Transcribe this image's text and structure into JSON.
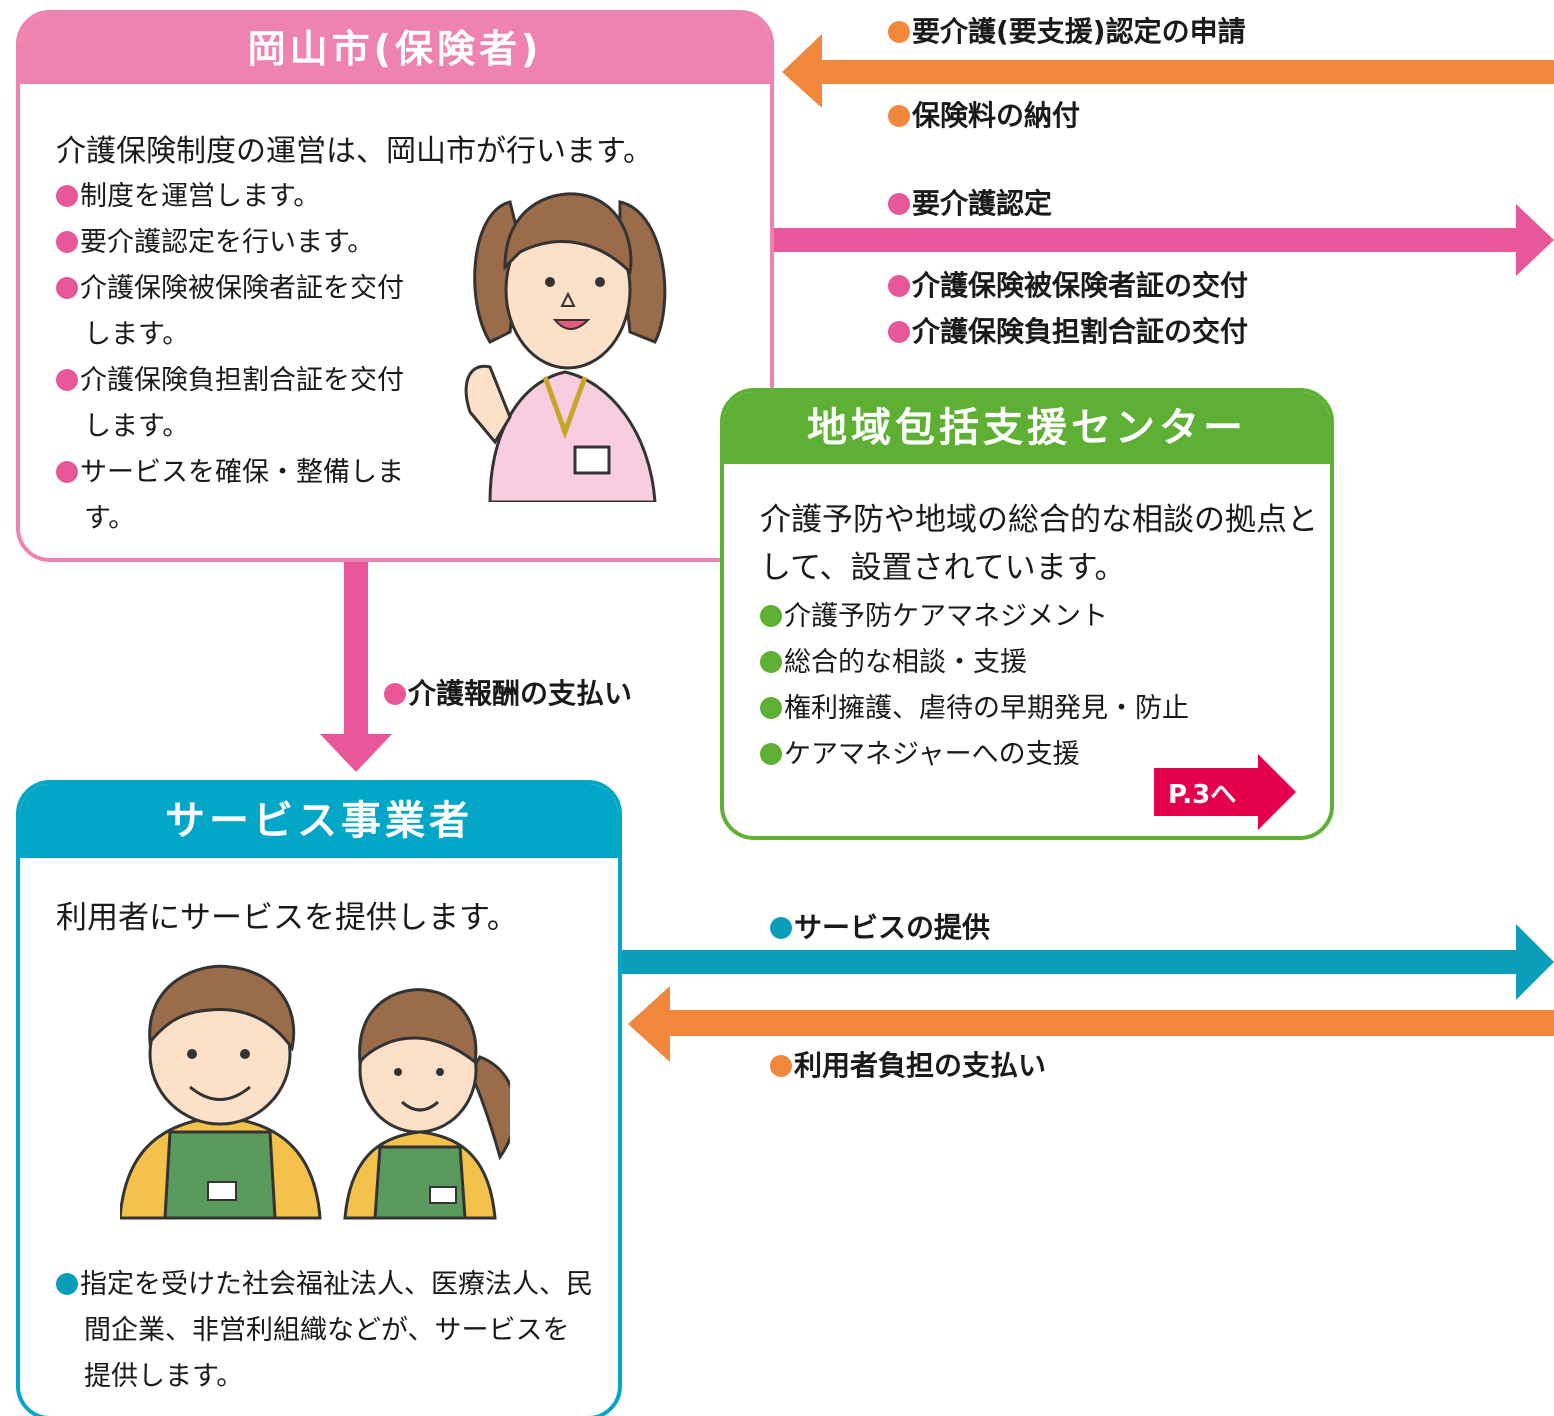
{
  "city": {
    "title": "岡山市(保険者)",
    "lead": "介護保険制度の運営は、岡山市が行います。",
    "items": [
      "制度を運営します。",
      "要介護認定を行います。",
      "介護保険被保険者証を交付します。",
      "介護保険負担割合証を交付します。",
      "サービスを確保・整備します。"
    ]
  },
  "center": {
    "title": "地域包括支援センター",
    "lead": "介護予防や地域の総合的な相談の拠点として、設置されています。",
    "items": [
      "介護予防ケアマネジメント",
      "総合的な相談・支援",
      "権利擁護、虐待の早期発見・防止",
      "ケアマネジャーへの支援"
    ],
    "page_link": "P.3へ"
  },
  "provider": {
    "title": "サービス事業者",
    "lead": "利用者にサービスを提供します。",
    "note": "指定を受けた社会福祉法人、医療法人、民間企業、非営利組織などが、サービスを提供します。"
  },
  "flows": {
    "application": "要介護(要支援)認定の申請",
    "premium": "保険料の納付",
    "certification": "要介護認定",
    "insured_card": "介護保険被保険者証の交付",
    "burden_card": "介護保険負担割合証の交付",
    "fee_payment": "介護報酬の支払い",
    "service": "サービスの提供",
    "copay": "利用者負担の支払い"
  },
  "colors": {
    "pink": "#ee82b0",
    "magenta": "#e8579a",
    "green": "#5db033",
    "cyan": "#02a6c6",
    "teal": "#0c9db8",
    "orange": "#f0873a",
    "badge_red": "#e5004f"
  }
}
